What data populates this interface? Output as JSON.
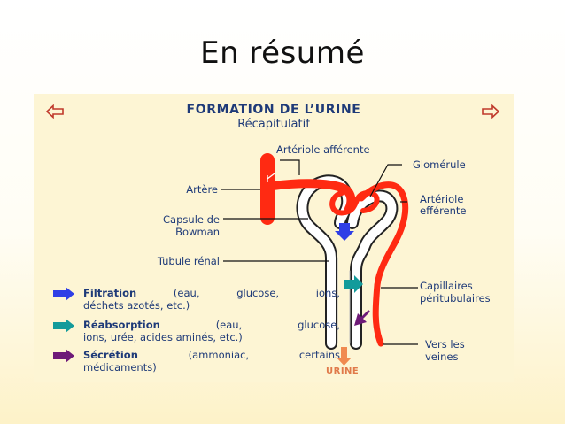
{
  "slide": {
    "title": "En résumé"
  },
  "panel": {
    "title": "FORMATION DE L’URINE",
    "subtitle": "Récapitulatif",
    "nav_prev_icon": "left-arrow-icon",
    "nav_next_icon": "right-arrow-icon",
    "colors": {
      "vessel": "#ff2a12",
      "text": "#1e3a78",
      "filtration": "#2f3fe6",
      "reabsorption": "#139b9b",
      "secretion": "#6e1a78",
      "urine": "#e07a4a"
    }
  },
  "labels": {
    "arteriole_afferente": "Artériole afférente",
    "glomerule": "Glomérule",
    "artere": "Artère",
    "arteriole_efferente_1": "Artériole",
    "arteriole_efferente_2": "efférente",
    "capsule_1": "Capsule de",
    "capsule_2": "Bowman",
    "tubule": "Tubule rénal",
    "capillaires_1": "Capillaires",
    "capillaires_2": "péritubulaires",
    "veines_1": "Vers les",
    "veines_2": "veines",
    "urine": "URINE"
  },
  "legend": {
    "filtration": {
      "term": "Filtration",
      "line1_rest": [
        "(eau,",
        "glucose,",
        "ions,"
      ],
      "line2": "déchets azotés, etc.)"
    },
    "reabsorption": {
      "term": "Réabsorption",
      "line1_rest": [
        "(eau,",
        "glucose,"
      ],
      "line2": "ions, urée, acides aminés, etc.)"
    },
    "secretion": {
      "term": "Sécrétion",
      "line1_rest": [
        "(ammoniac,",
        "certains"
      ],
      "line2": "médicaments)"
    }
  }
}
